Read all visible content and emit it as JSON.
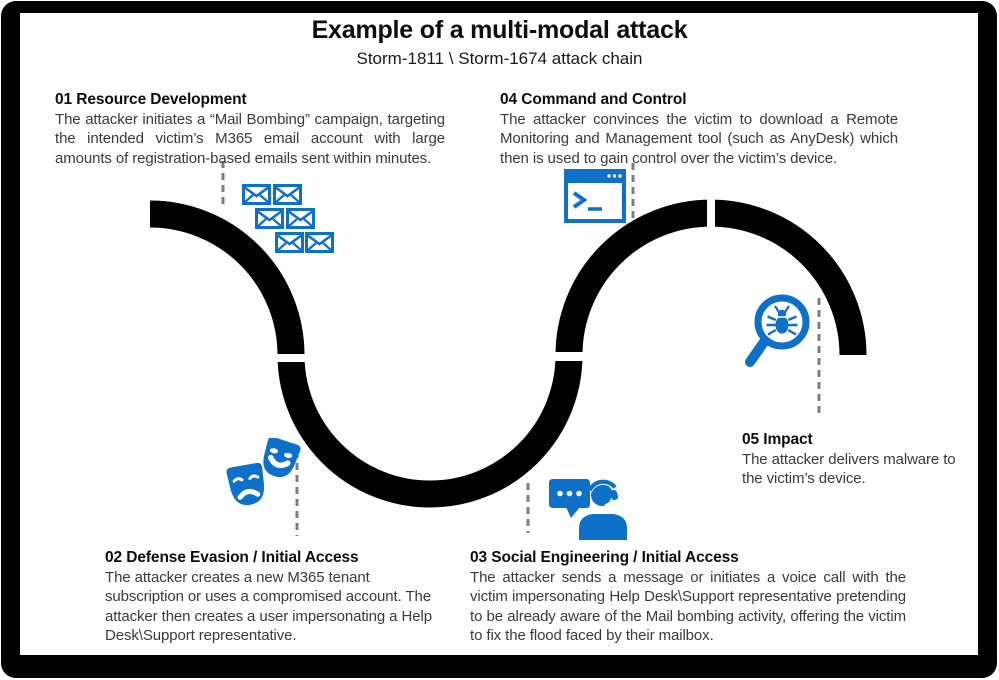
{
  "title": "Example of a multi-modal attack",
  "subtitle": "Storm-1811 \\ Storm-1674 attack chain",
  "colors": {
    "accent_blue": "#0e70c8",
    "road_black": "#000000",
    "dash_gray": "#7d7d7d",
    "heading_text": "#0d0d0d",
    "body_text": "#3a3a3a",
    "background": "#ffffff"
  },
  "road": {
    "shape": "s-curve with segment gaps",
    "segment_gaps": 3
  },
  "steps": [
    {
      "heading": "01 Resource Development",
      "body": "The attacker initiates a “Mail Bombing” campaign, targeting the intended victim’s M365 email account with large amounts of registration-based emails sent within minutes.",
      "icon": "mail-envelopes-icon",
      "icon_count": 6
    },
    {
      "heading": "02 Defense Evasion / Initial Access",
      "body": "The attacker creates a new M365 tenant subscription or uses a compromised account. The attacker then creates a user impersonating a Help Desk\\Support representative.",
      "icon": "theater-masks-icon"
    },
    {
      "heading": "03 Social Engineering / Initial Access",
      "body": "The attacker sends a message or initiates a voice call with the victim impersonating Help Desk\\Support representative pretending to be already aware of the Mail bombing activity, offering the victim to fix the flood faced by their mailbox.",
      "icon": "support-chat-headset-icon"
    },
    {
      "heading": "04 Command and Control",
      "body": "The attacker convinces the victim to download a Remote Monitoring and Management tool (such as AnyDesk) which then is used to gain control over the victim’s device.",
      "icon": "terminal-window-icon"
    },
    {
      "heading": "05 Impact",
      "body": "The attacker delivers malware to the victim’s device.",
      "icon": "bug-magnifier-icon"
    }
  ]
}
